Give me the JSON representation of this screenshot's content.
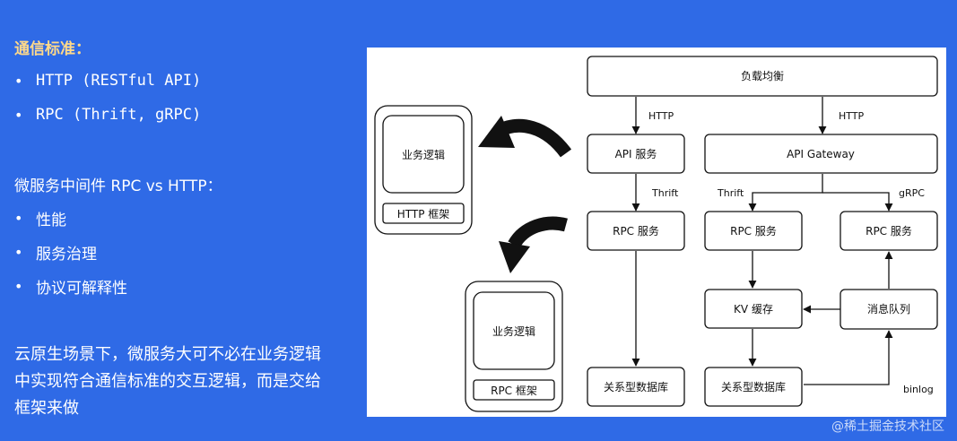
{
  "slide": {
    "heading": "通信标准：",
    "standards": [
      "HTTP (RESTful API)",
      "RPC (Thrift, gRPC)"
    ],
    "compare_heading": "微服务中间件 RPC vs HTTP：",
    "compare_items": [
      "性能",
      "服务治理",
      "协议可解释性"
    ],
    "conclusion": "云原生场景下，微服务大可不必在业务逻辑中实现符合通信标准的交互逻辑，而是交给框架来做",
    "watermark": "@稀土掘金技术社区"
  },
  "diagram": {
    "nodes": {
      "lb": "负载均衡",
      "api": "API 服务",
      "gateway": "API Gateway",
      "rpc1": "RPC 服务",
      "rpc2": "RPC 服务",
      "rpc3": "RPC 服务",
      "kv": "KV 缓存",
      "mq": "消息队列",
      "db1": "关系型数据库",
      "db2": "关系型数据库",
      "http_logic": "业务逻辑",
      "http_fw": "HTTP 框架",
      "rpc_logic": "业务逻辑",
      "rpc_fw": "RPC 框架"
    },
    "edge_labels": {
      "http1": "HTTP",
      "http2": "HTTP",
      "thrift1": "Thrift",
      "thrift2": "Thrift",
      "grpc": "gRPC",
      "binlog": "binlog"
    },
    "colors": {
      "line": "#111111",
      "panel": "#ffffff",
      "background": "#2f6ae6"
    }
  }
}
